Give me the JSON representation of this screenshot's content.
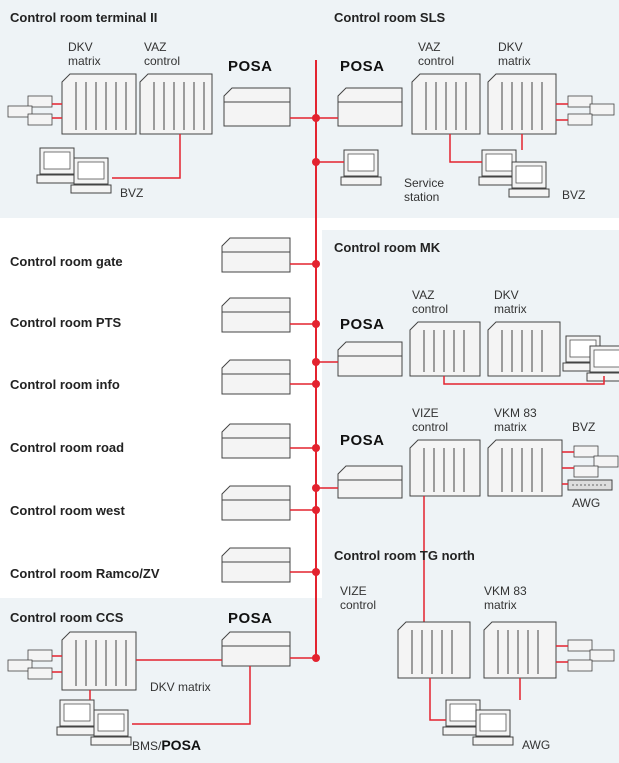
{
  "rooms": {
    "terminal2": "Control room terminal II",
    "sls": "Control room  SLS",
    "gate": "Control room gate",
    "pts": "Control room PTS",
    "info": "Control room info",
    "road": "Control room road",
    "west": "Control room west",
    "ramco": "Control room Ramco/ZV",
    "ccs": "Control room CCS",
    "mk": "Control room  MK",
    "tgnorth": "Control room TG north"
  },
  "labels": {
    "dkv_matrix_ml": "DKV\nmatrix",
    "vaz_control_ml": "VAZ\ncontrol",
    "posa": "POSA",
    "bvz": "BVZ",
    "service_station": "Service\nstation",
    "vize_control_ml": "VIZE\ncontrol",
    "vkm83_matrix_ml": "VKM 83\nmatrix",
    "awg": "AWG",
    "dkv_matrix_inline": "DKV matrix",
    "bms": "BMS/",
    "bms_posa": "POSA"
  },
  "colors": {
    "link": "#e3232f",
    "shaded_panel": "#eef3f6",
    "device_fill": "#f4f4f4",
    "device_stroke": "#444444"
  }
}
